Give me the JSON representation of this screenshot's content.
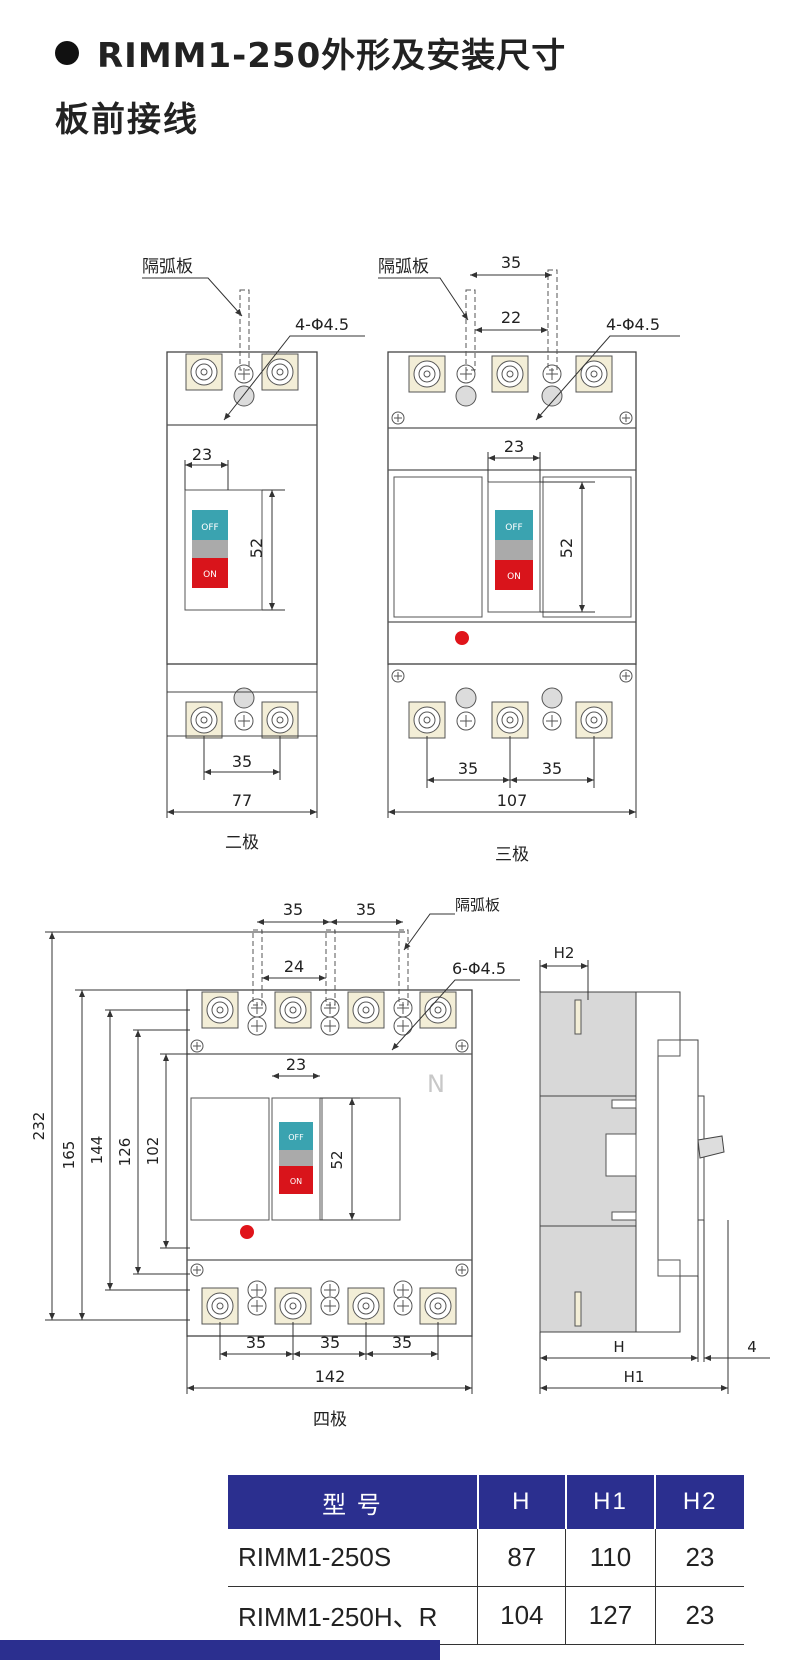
{
  "header": {
    "title": "RIMM1-250外形及安装尺寸",
    "subtitle": "板前接线"
  },
  "labels": {
    "arc_plate": "隔弧板",
    "holes_4": "4-Φ4.5",
    "holes_6": "6-Φ4.5",
    "two_pole": "二极",
    "three_pole": "三极",
    "four_pole": "四极",
    "off": "OFF",
    "on": "ON",
    "on_small": "ON",
    "off_small": "OFF",
    "n": "N"
  },
  "dims": {
    "w23": "23",
    "h52": "52",
    "w35": "35",
    "w77": "77",
    "w22": "22",
    "w107": "107",
    "w24": "24",
    "w142": "142",
    "v232": "232",
    "v165": "165",
    "v144": "144",
    "v126": "126",
    "v102": "102",
    "H": "H",
    "H1": "H1",
    "H2": "H2",
    "side4": "4"
  },
  "table": {
    "headers": [
      "型 号",
      "H",
      "H1",
      "H2"
    ],
    "rows": [
      {
        "model": "RIMM1-250S",
        "h": "87",
        "h1": "110",
        "h2": "23"
      },
      {
        "model": "RIMM1-250H、R",
        "h": "104",
        "h1": "127",
        "h2": "23"
      }
    ]
  },
  "colors": {
    "brand_blue": "#2b2f8f",
    "off_teal": "#3aa3b0",
    "on_red": "#d9141b",
    "indicator_red": "#e0141a",
    "terminal_fill": "#f3eed7",
    "side_grey": "#d8d8d8"
  }
}
